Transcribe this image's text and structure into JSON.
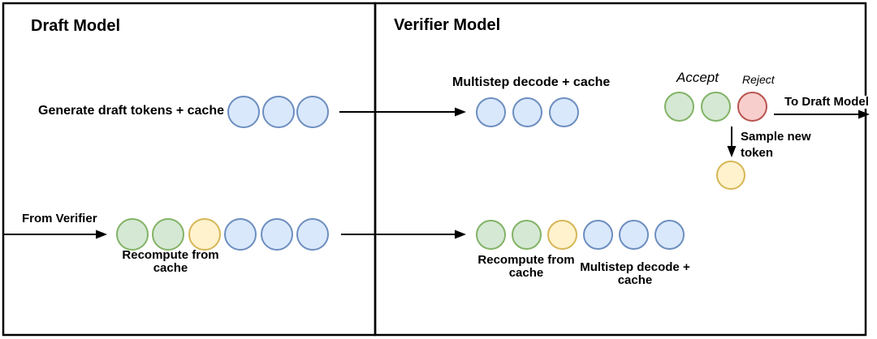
{
  "draft_panel": {
    "title": "Draft Model",
    "generate_label": "Generate draft tokens + cache",
    "from_verifier_label": "From Verifier",
    "recompute_label": "Recompute from cache"
  },
  "verifier_panel": {
    "title": "Verifier Model",
    "multistep_label": "Multistep decode + cache",
    "accept_label": "Accept",
    "reject_label": "Reject",
    "to_draft_label": "To Draft Model",
    "sample_label": "Sample new token",
    "recompute_label": "Recompute from cache",
    "multistep_bottom_label": "Multistep decode + cache"
  },
  "token_colors": {
    "blue": {
      "fill": "#DAE8FC",
      "stroke": "#6C8EBF"
    },
    "green": {
      "fill": "#D5E8D4",
      "stroke": "#82B366"
    },
    "yellow": {
      "fill": "#FFF2CC",
      "stroke": "#D6B656"
    },
    "red": {
      "fill": "#F8CECC",
      "stroke": "#B85450"
    }
  },
  "token_rows": {
    "draft_top": [
      "blue",
      "blue",
      "blue"
    ],
    "draft_bottom": [
      "green",
      "green",
      "yellow",
      "blue",
      "blue",
      "blue"
    ],
    "verifier_top": [
      "blue",
      "blue",
      "blue"
    ],
    "verifier_accept": [
      "green",
      "green",
      "red"
    ],
    "verifier_sampled": [
      "yellow"
    ],
    "verifier_bottom": [
      "green",
      "green",
      "yellow",
      "blue",
      "blue",
      "blue"
    ]
  },
  "line_color": "#000000"
}
